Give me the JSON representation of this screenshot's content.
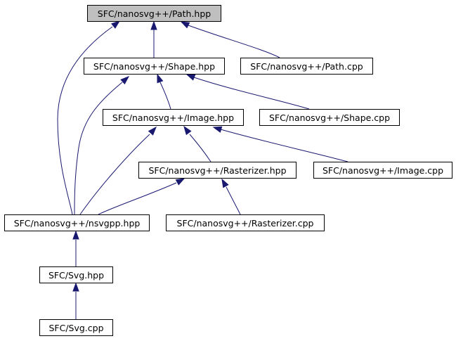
{
  "edge_color": "#191970",
  "root_fill": "#bfbfbf",
  "nodes": [
    {
      "id": "path_hpp",
      "label": "SFC/nanosvg++/Path.hpp",
      "root": true
    },
    {
      "id": "shape_hpp",
      "label": "SFC/nanosvg++/Shape.hpp"
    },
    {
      "id": "path_cpp",
      "label": "SFC/nanosvg++/Path.cpp"
    },
    {
      "id": "image_hpp",
      "label": "SFC/nanosvg++/Image.hpp"
    },
    {
      "id": "shape_cpp",
      "label": "SFC/nanosvg++/Shape.cpp"
    },
    {
      "id": "rasterizer_hpp",
      "label": "SFC/nanosvg++/Rasterizer.hpp"
    },
    {
      "id": "image_cpp",
      "label": "SFC/nanosvg++/Image.cpp"
    },
    {
      "id": "nsvgpp_hpp",
      "label": "SFC/nanosvg++/nsvgpp.hpp"
    },
    {
      "id": "rasterizer_cpp",
      "label": "SFC/nanosvg++/Rasterizer.cpp"
    },
    {
      "id": "svg_hpp",
      "label": "SFC/Svg.hpp"
    },
    {
      "id": "svg_cpp",
      "label": "SFC/Svg.cpp"
    }
  ],
  "edges": [
    {
      "from": "path_hpp",
      "to": "shape_hpp"
    },
    {
      "from": "path_hpp",
      "to": "path_cpp"
    },
    {
      "from": "path_hpp",
      "to": "nsvgpp_hpp"
    },
    {
      "from": "shape_hpp",
      "to": "image_hpp"
    },
    {
      "from": "shape_hpp",
      "to": "shape_cpp"
    },
    {
      "from": "shape_hpp",
      "to": "nsvgpp_hpp"
    },
    {
      "from": "image_hpp",
      "to": "rasterizer_hpp"
    },
    {
      "from": "image_hpp",
      "to": "image_cpp"
    },
    {
      "from": "image_hpp",
      "to": "nsvgpp_hpp"
    },
    {
      "from": "rasterizer_hpp",
      "to": "nsvgpp_hpp"
    },
    {
      "from": "rasterizer_hpp",
      "to": "rasterizer_cpp"
    },
    {
      "from": "nsvgpp_hpp",
      "to": "svg_hpp"
    },
    {
      "from": "svg_hpp",
      "to": "svg_cpp"
    }
  ]
}
